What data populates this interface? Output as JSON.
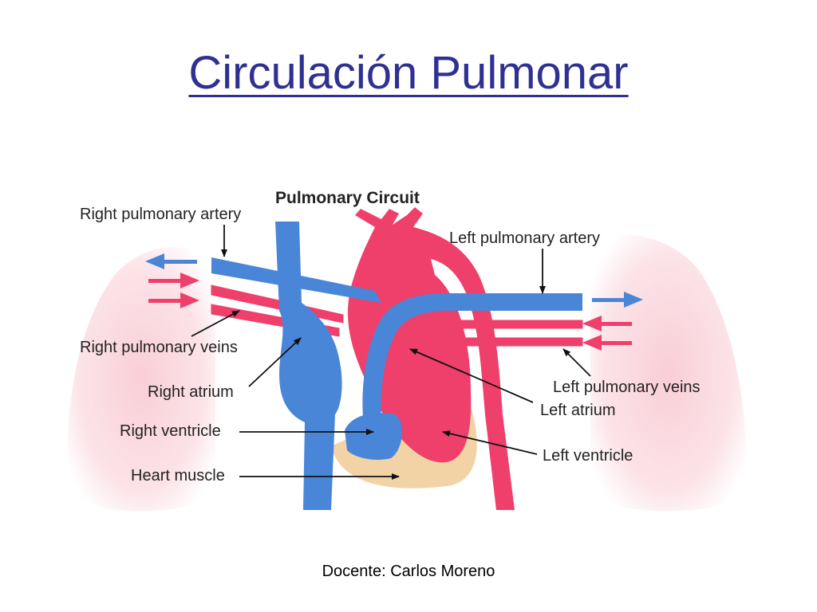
{
  "slide": {
    "title": "Circulación Pulmonar",
    "footer": "Docente: Carlos Moreno"
  },
  "diagram": {
    "title": "Pulmonary Circuit",
    "labels": {
      "right_pulmonary_artery": "Right pulmonary artery",
      "right_pulmonary_veins": "Right pulmonary veins",
      "right_atrium": "Right atrium",
      "right_ventricle": "Right ventricle",
      "heart_muscle": "Heart muscle",
      "left_pulmonary_artery": "Left pulmonary artery",
      "left_pulmonary_veins": "Left pulmonary veins",
      "left_atrium": "Left atrium",
      "left_ventricle": "Left ventricle"
    },
    "colors": {
      "deoxygenated_blood": "#4a86d8",
      "oxygenated_blood": "#ef3f6b",
      "heart_muscle": "#f1d3a6",
      "lung": "#f7d7dd",
      "title_text": "#2e3192"
    }
  }
}
